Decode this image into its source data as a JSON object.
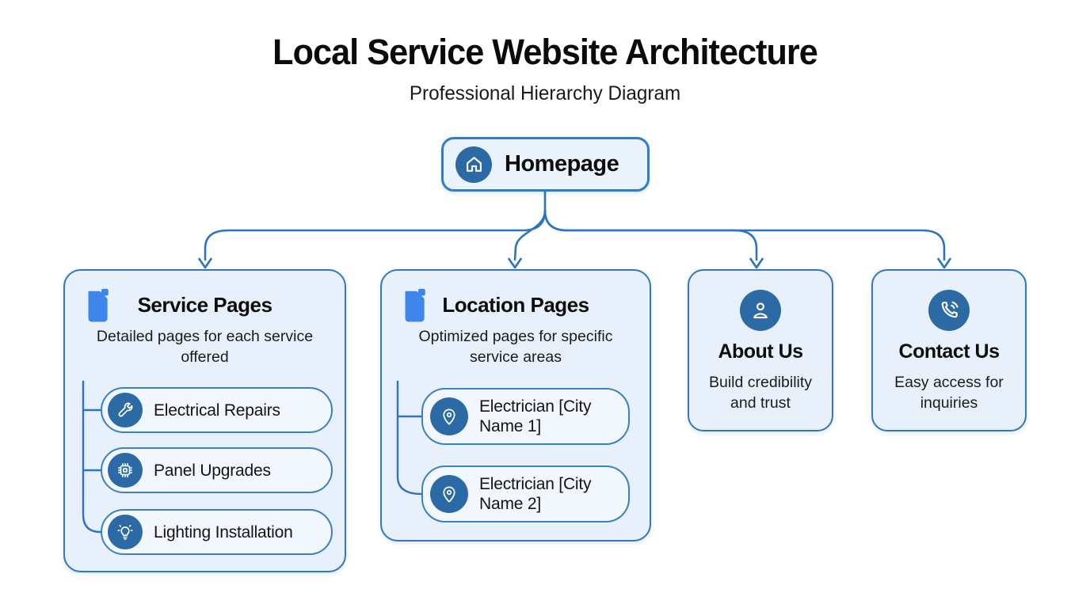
{
  "header": {
    "title": "Local Service Website Architecture",
    "subtitle": "Professional Hierarchy Diagram"
  },
  "root": {
    "label": "Homepage",
    "icon": "home-icon"
  },
  "branches": [
    {
      "id": "service-pages",
      "title": "Service Pages",
      "icon": "document-icon",
      "description": "Detailed pages for each service offered",
      "children": [
        {
          "label": "Electrical Repairs",
          "icon": "wrench-icon"
        },
        {
          "label": "Panel Upgrades",
          "icon": "chip-icon"
        },
        {
          "label": "Lighting Installation",
          "icon": "lightbulb-icon"
        }
      ]
    },
    {
      "id": "location-pages",
      "title": "Location Pages",
      "icon": "document-icon",
      "description": "Optimized pages for specific service areas",
      "children": [
        {
          "label": "Electrician [City Name 1]",
          "icon": "map-pin-icon"
        },
        {
          "label": "Electrician [City Name 2]",
          "icon": "map-pin-icon"
        }
      ]
    },
    {
      "id": "about-us",
      "title": "About Us",
      "icon": "user-icon",
      "description": "Build credibility and trust"
    },
    {
      "id": "contact-us",
      "title": "Contact Us",
      "icon": "phone-icon",
      "description": "Easy access for inquiries"
    }
  ],
  "colors": {
    "background": "#ffffff",
    "box_fill": "#e8f1fb",
    "box_border": "#3178be",
    "root_border": "#2f7ccc",
    "pill_fill": "#f2f7fd",
    "pill_border": "#3a80c4",
    "icon_circle": "#2b6aa4",
    "document_icon": "#3f86ea",
    "connector": "#2e73c0",
    "text": "#141414"
  }
}
